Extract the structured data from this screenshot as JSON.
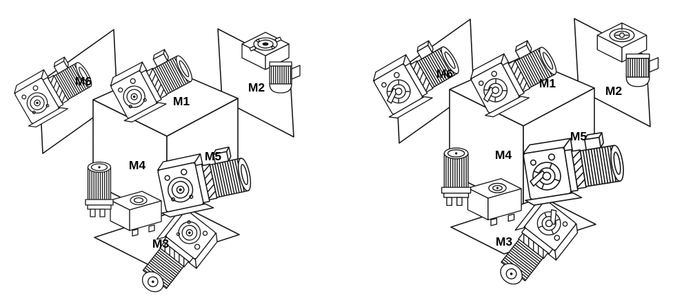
{
  "figure": {
    "subject": "Mounting positions M1 to M6 of gearmotors shown on a reference cube",
    "style": "black and white technical line illustration, two side-by-side panels",
    "colors": {
      "line": "#161616",
      "background": "#ffffff",
      "label": "#000000"
    },
    "panels": [
      {
        "id": "left",
        "gear_unit_style": "gearmotors with closed output flange (concentric rings)",
        "positions": [
          {
            "label": "M1"
          },
          {
            "label": "M2"
          },
          {
            "label": "M3"
          },
          {
            "label": "M4"
          },
          {
            "label": "M5"
          },
          {
            "label": "M6"
          }
        ]
      },
      {
        "id": "right",
        "gear_unit_style": "gearmotors with hollow-shaft open flange and shaft stub",
        "positions": [
          {
            "label": "M1"
          },
          {
            "label": "M2"
          },
          {
            "label": "M3"
          },
          {
            "label": "M4"
          },
          {
            "label": "M5"
          },
          {
            "label": "M6"
          }
        ]
      }
    ]
  }
}
